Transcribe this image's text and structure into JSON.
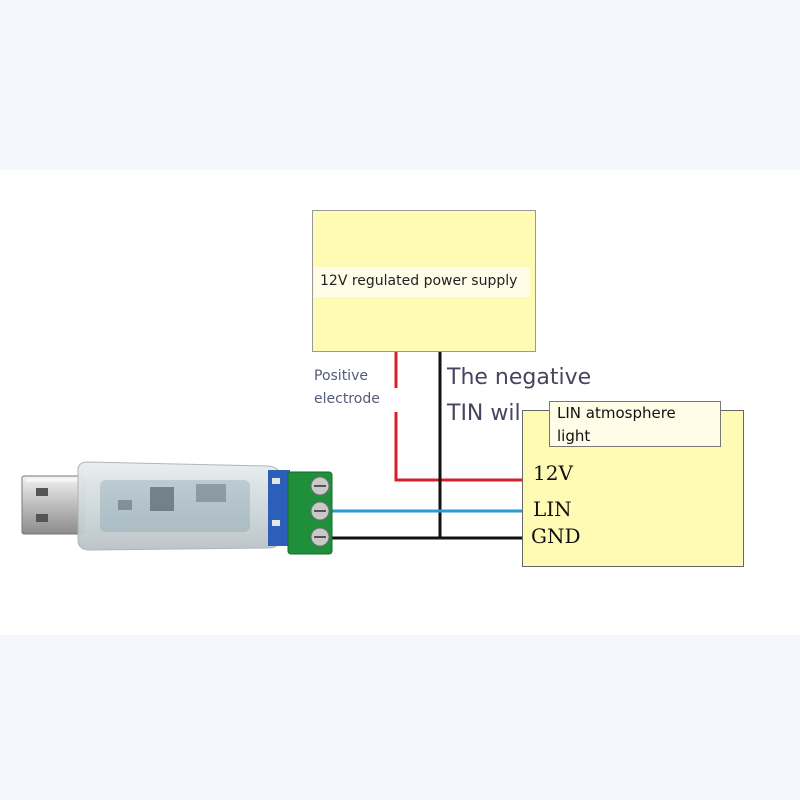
{
  "power_supply": {
    "label": "12V regulated power supply"
  },
  "annotations": {
    "positive_line1": "Positive",
    "positive_line2": "electrode",
    "negative_line1": "The negative",
    "negative_line2": "TIN wil"
  },
  "lamp": {
    "title_line1": "LIN atmosphere",
    "title_line2": "light",
    "pins": [
      "12V",
      "LIN",
      "GND"
    ]
  },
  "colors": {
    "positive_wire": "#d4212b",
    "negative_wire": "#111111",
    "lin_wire": "#2a9bd0",
    "box_fill": "#fffbb5",
    "terminal_block": "#1f8f3c"
  }
}
